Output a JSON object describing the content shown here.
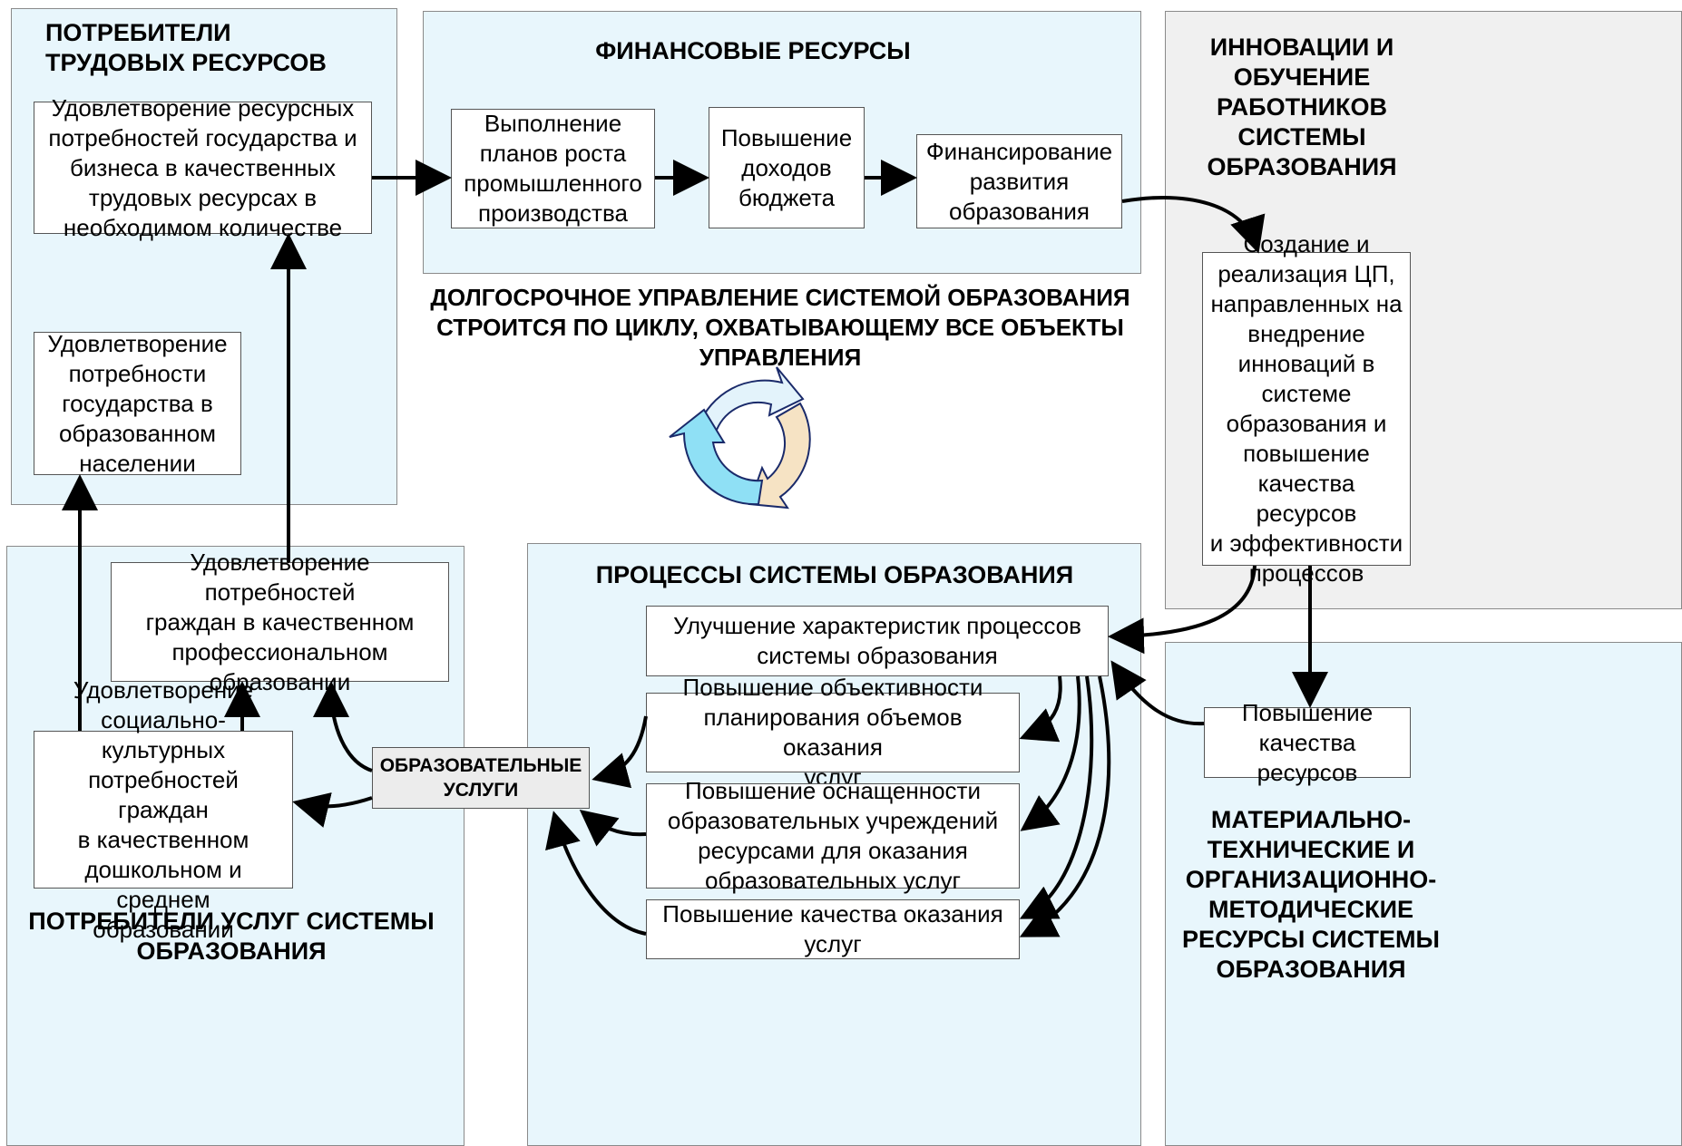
{
  "panels": {
    "labor_consumers": {
      "title": "ПОТРЕБИТЕЛИ\nТРУДОВЫХ РЕСУРСОВ"
    },
    "financial": {
      "title": "ФИНАНСОВЫЕ РЕСУРСЫ"
    },
    "innovation": {
      "title": "ИННОВАЦИИ И\nОБУЧЕНИЕ\nРАБОТНИКОВ\nСИСТЕМЫ\nОБРАЗОВАНИЯ"
    },
    "service_consumers": {
      "title": "ПОТРЕБИТЕЛИ УСЛУГ СИСТЕМЫ\nОБРАЗОВАНИЯ"
    },
    "processes": {
      "title": "ПРОЦЕССЫ СИСТЕМЫ ОБРАЗОВАНИЯ"
    },
    "material": {
      "title": "МАТЕРИАЛЬНО-\nТЕХНИЧЕСКИЕ И\nОРГАНИЗАЦИОННО-\nМЕТОДИЧЕСКИЕ\nРЕСУРСЫ СИСТЕМЫ\nОБРАЗОВАНИЯ"
    }
  },
  "center_caption": "ДОЛГОСРОЧНОЕ УПРАВЛЕНИЕ СИСТЕМОЙ ОБРАЗОВАНИЯ\nСТРОИТСЯ ПО ЦИКЛУ, ОХВАТЫВАЮЩЕМУ ВСЕ ОБЪЕКТЫ\nУПРАВЛЕНИЯ",
  "boxes": {
    "state_business_needs": "Удовлетворение ресурсных\nпотребностей государства и\nбизнеса в качественных\nтрудовых ресурсах в\nнеобходимом количестве",
    "state_educated_population": "Удовлетворение\nпотребности\nгосударства в\nобразованном\nнаселении",
    "industrial_growth": "Выполнение\nпланов роста\nпромышленного\nпроизводства",
    "budget_income": "Повышение\nдоходов\nбюджета",
    "education_financing": "Финансирование\nразвития\nобразования",
    "target_programs": "Создание и\nреализация ЦП,\nнаправленных на\nвнедрение\nинноваций в\nсистеме\nобразования и\nповышение\nкачества ресурсов\nи эффективности\nпроцессов",
    "professional_education": "Удовлетворение потребностей\nграждан в качественном\nпрофессиональном\nобразовании",
    "preschool_secondary": "Удовлетворение\nсоциально-культурных\nпотребностей граждан\nв качественном\nдошкольном и среднем\nобразовании",
    "educational_services": "ОБРАЗОВАТЕЛЬНЫЕ\nУСЛУГИ",
    "process_characteristics": "Улучшение характеристик процессов\nсистемы образования",
    "planning_objectivity": "Повышение объективности\nпланирования объемов оказания\nуслуг",
    "equipment_level": "Повышение оснащенности\nобразовательных учреждений\nресурсами для оказания\nобразовательных услуг",
    "service_quality": "Повышение качества оказания\nуслуг",
    "resource_quality": "Повышение\nкачества ресурсов"
  },
  "colors": {
    "panel_blue": "#e8f6fc",
    "panel_grey": "#f0f0f0",
    "cycle_light_blue": "#e3f3fb",
    "cycle_cyan": "#8fe0f5",
    "cycle_beige": "#f6e3c4"
  }
}
